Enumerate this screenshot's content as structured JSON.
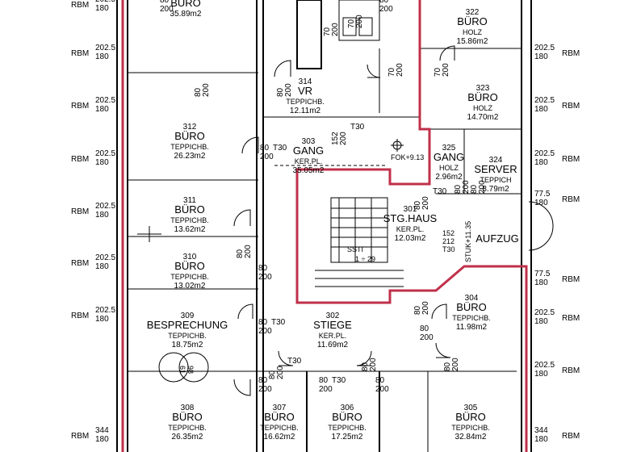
{
  "rooms": [
    {
      "num": "",
      "name": "BÜRO",
      "floor": "",
      "area": "35.89m2"
    },
    {
      "num": "322",
      "name": "BÜRO",
      "floor": "HOLZ",
      "area": "15.86m2"
    },
    {
      "num": "314",
      "name": "VR",
      "floor": "TEPPICHB.",
      "area": "12.11m2"
    },
    {
      "num": "323",
      "name": "BÜRO",
      "floor": "HOLZ",
      "area": "14.70m2"
    },
    {
      "num": "312",
      "name": "BÜRO",
      "floor": "TEPPICHB.",
      "area": "26.23m2"
    },
    {
      "num": "303",
      "name": "GANG",
      "floor": "KER.PL.",
      "area": "35.05m2"
    },
    {
      "num": "325",
      "name": "GANG",
      "floor": "HOLZ",
      "area": "2.96m2"
    },
    {
      "num": "324",
      "name": "SERVER",
      "floor": "TEPPICH",
      "area": "8.79m2"
    },
    {
      "num": "311",
      "name": "BÜRO",
      "floor": "TEPPICHB.",
      "area": "13.62m2"
    },
    {
      "num": "301",
      "name": "STG.HAUS",
      "floor": "KER.PL.",
      "area": "12.03m2"
    },
    {
      "num": "",
      "name": "AUFZUG",
      "floor": "",
      "area": ""
    },
    {
      "num": "310",
      "name": "BÜRO",
      "floor": "TEPPICHB.",
      "area": "13.02m2"
    },
    {
      "num": "309",
      "name": "BESPRECHUNG",
      "floor": "TEPPICHB.",
      "area": "18.75m2"
    },
    {
      "num": "302",
      "name": "STIEGE",
      "floor": "KER.PL.",
      "area": "11.69m2"
    },
    {
      "num": "304",
      "name": "BÜRO",
      "floor": "TEPPICHB.",
      "area": "11.98m2"
    },
    {
      "num": "308",
      "name": "BÜRO",
      "floor": "TEPPICHB.",
      "area": "26.35m2"
    },
    {
      "num": "307",
      "name": "BÜRO",
      "floor": "TEPPICHB.",
      "area": "16.62m2"
    },
    {
      "num": "306",
      "name": "BÜRO",
      "floor": "TEPPICHB.",
      "area": "17.25m2"
    },
    {
      "num": "305",
      "name": "BÜRO",
      "floor": "TEPPICHB.",
      "area": "32.84m2"
    }
  ],
  "rbm_left": [
    {
      "label": "RBM",
      "top": "202.5",
      "bottom": "180"
    },
    {
      "label": "RBM",
      "top": "202.5",
      "bottom": "180"
    },
    {
      "label": "RBM",
      "top": "202.5",
      "bottom": "180"
    },
    {
      "label": "RBM",
      "top": "202.5",
      "bottom": "180"
    },
    {
      "label": "RBM",
      "top": "202.5",
      "bottom": "180"
    },
    {
      "label": "RBM",
      "top": "202.5",
      "bottom": "180"
    },
    {
      "label": "RBM",
      "top": "202.5",
      "bottom": "180"
    },
    {
      "label": "RBM",
      "top": "344",
      "bottom": "180"
    }
  ],
  "rbm_right": [
    {
      "label": "RBM",
      "top": "202.5",
      "bottom": "180"
    },
    {
      "label": "RBM",
      "top": "202.5",
      "bottom": "180"
    },
    {
      "label": "RBM",
      "top": "202.5",
      "bottom": "180"
    },
    {
      "label": "RBM",
      "top": "77.5",
      "bottom": "180"
    },
    {
      "label": "RBM",
      "top": "77.5",
      "bottom": "180"
    },
    {
      "label": "RBM",
      "top": "202.5",
      "bottom": "180"
    },
    {
      "label": "RBM",
      "top": "202.5",
      "bottom": "180"
    },
    {
      "label": "RBM",
      "top": "344",
      "bottom": "180"
    }
  ],
  "door_marks": [
    {
      "top": "80",
      "bottom": "200",
      "code": ""
    },
    {
      "top": "80",
      "bottom": "200",
      "code": ""
    },
    {
      "top": "70",
      "bottom": "200",
      "code": ""
    },
    {
      "top": "70",
      "bottom": "200",
      "code": ""
    },
    {
      "top": "80",
      "bottom": "200",
      "code": ""
    },
    {
      "top": "80",
      "bottom": "200",
      "code": ""
    },
    {
      "top": "70",
      "bottom": "200",
      "code": ""
    },
    {
      "top": "70",
      "bottom": "200",
      "code": ""
    },
    {
      "top": "80",
      "bottom": "200",
      "code": "T30"
    },
    {
      "top": "152",
      "bottom": "200",
      "code": "T30"
    },
    {
      "top": "80",
      "bottom": "200",
      "code": ""
    },
    {
      "top": "80",
      "bottom": "200",
      "code": ""
    },
    {
      "top": "80",
      "bottom": "200",
      "code": "T30"
    },
    {
      "top": "80",
      "bottom": "200",
      "code": "T30"
    },
    {
      "top": "80",
      "bottom": "200",
      "code": ""
    },
    {
      "top": "80",
      "bottom": "200",
      "code": "T30"
    },
    {
      "top": "80",
      "bottom": "200",
      "code": ""
    },
    {
      "top": "80",
      "bottom": "200",
      "code": "T30"
    },
    {
      "top": "80",
      "bottom": "200",
      "code": ""
    },
    {
      "top": "80",
      "bottom": "200",
      "code": ""
    },
    {
      "top": "80",
      "bottom": "200",
      "code": ""
    },
    {
      "top": "80",
      "bottom": "200",
      "code": ""
    },
    {
      "top": "80",
      "bottom": "200",
      "code": ""
    },
    {
      "top": "80",
      "bottom": "200",
      "code": ""
    }
  ],
  "notes": {
    "fok": "FOK+9.13",
    "stuk": "STUK+11.35",
    "t30": "T30",
    "lift_dims": "152",
    "lift_dims2": "212",
    "ssti": "SSTI",
    "stair_range": "1 ÷ 29",
    "circle_left": "61",
    "circle_right": "98"
  },
  "colors": {
    "accent_wall": "#c0304a",
    "line": "#000000",
    "background": "#ffffff"
  }
}
